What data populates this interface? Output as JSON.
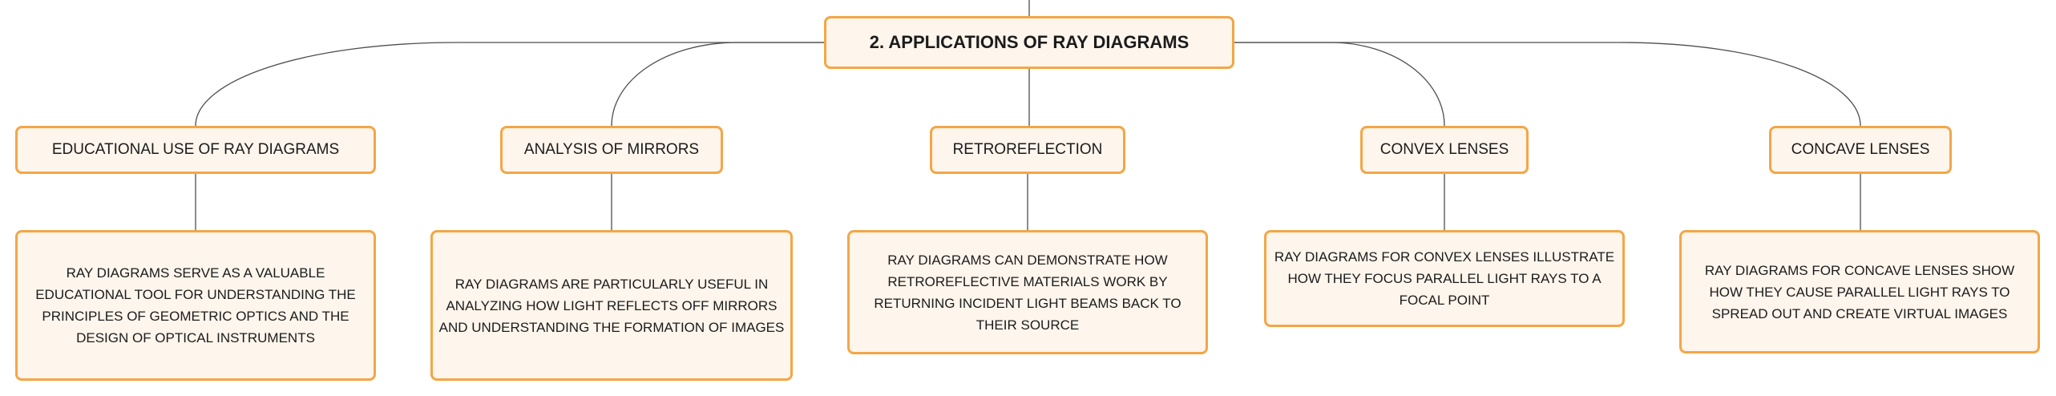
{
  "diagram": {
    "root": "2. APPLICATIONS OF RAY DIAGRAMS",
    "branches": [
      {
        "title": "EDUCATIONAL USE OF RAY DIAGRAMS",
        "detail": "RAY DIAGRAMS SERVE AS A VALUABLE EDUCATIONAL TOOL FOR UNDERSTANDING THE PRINCIPLES OF GEOMETRIC OPTICS AND THE DESIGN OF OPTICAL INSTRUMENTS"
      },
      {
        "title": "ANALYSIS OF MIRRORS",
        "detail": "RAY DIAGRAMS ARE PARTICULARLY USEFUL IN ANALYZING HOW LIGHT REFLECTS OFF MIRRORS AND UNDERSTANDING THE FORMATION OF IMAGES"
      },
      {
        "title": "RETROREFLECTION",
        "detail": "RAY DIAGRAMS CAN DEMONSTRATE HOW RETROREFLECTIVE MATERIALS WORK BY RETURNING INCIDENT LIGHT BEAMS BACK TO THEIR SOURCE"
      },
      {
        "title": "CONVEX LENSES",
        "detail": "RAY DIAGRAMS FOR CONVEX LENSES ILLUSTRATE HOW THEY FOCUS PARALLEL LIGHT RAYS TO A FOCAL POINT"
      },
      {
        "title": "CONCAVE LENSES",
        "detail": "RAY DIAGRAMS FOR CONCAVE LENSES SHOW HOW THEY CAUSE PARALLEL LIGHT RAYS TO SPREAD OUT AND CREATE VIRTUAL IMAGES"
      }
    ]
  },
  "colors": {
    "node_fill": "#fef5ec",
    "node_border": "#f3a646",
    "connector": "#4d4d4d",
    "text": "#1b1b1b"
  }
}
